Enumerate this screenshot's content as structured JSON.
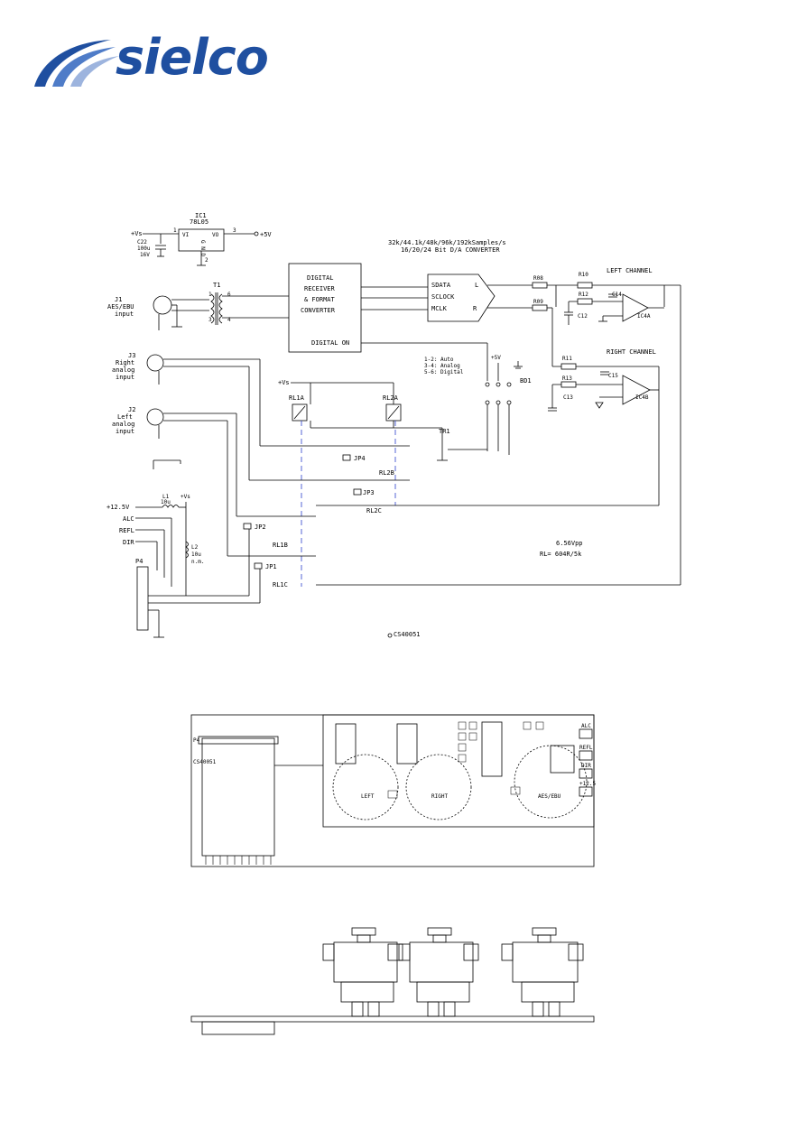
{
  "logo": {
    "text": "sielco",
    "color": "#1f4fa0"
  },
  "schematic": {
    "title_line1": "32k/44.1k/48k/96k/192kSamples/s",
    "title_line2": "16/20/24 Bit D/A CONVERTER",
    "ic1": {
      "ref": "IC1",
      "part": "78L05",
      "pin_vi": "VI",
      "pin_vo": "VO",
      "pin_g": "G N D",
      "p1": "1",
      "p2": "2",
      "p3": "3"
    },
    "vs_label": "+Vs",
    "plus5v": "+5V",
    "c22": {
      "ref": "C22",
      "value": "100u",
      "voltage": "16V"
    },
    "t1": {
      "ref": "T1",
      "p1": "1",
      "p3": "3",
      "p4": "4",
      "p6": "6"
    },
    "j1": {
      "ref": "J1",
      "name": "AES/EBU",
      "desc": "input"
    },
    "j3": {
      "ref": "J3",
      "name": "Right",
      "desc1": "analog",
      "desc2": "input"
    },
    "j2": {
      "ref": "J2",
      "name": "Left",
      "desc1": "analog",
      "desc2": "input"
    },
    "receiver": {
      "line1": "DIGITAL",
      "line2": "RECEIVER",
      "line3": "& FORMAT",
      "line4": "CONVERTER",
      "line5": "DIGITAL  ON"
    },
    "dac": {
      "sdata": "SDATA",
      "sclock": "SCLOCK",
      "mclk": "MCLK",
      "l": "L",
      "r": "R"
    },
    "left_channel": "LEFT CHANNEL",
    "right_channel": "RIGHT CHANNEL",
    "resistors": [
      "R08",
      "R10",
      "R09",
      "R12",
      "R11",
      "R13"
    ],
    "caps": [
      "C14",
      "C12",
      "C15",
      "C13"
    ],
    "opamps": [
      "IC4A",
      "IC4B"
    ],
    "jumper_note": {
      "l1": "1-2: Auto",
      "l2": "3-4: Analog",
      "l3": "5-6: Digital"
    },
    "plus5v_b": "+5V",
    "bd1": "BD1",
    "relays": [
      "RL1A",
      "RL2A",
      "RL2B",
      "RL2C",
      "RL1B",
      "RL1C"
    ],
    "tr1": "TR1",
    "jumpers": [
      "JP4",
      "JP3",
      "JP2",
      "JP1"
    ],
    "supply_12v": "+12.5V",
    "alc": "ALC",
    "refl": "REFL",
    "dir": "DIR",
    "l1": {
      "ref": "L1",
      "value": "10u"
    },
    "l2": {
      "ref": "L2",
      "value": "10u",
      "note": "n.m."
    },
    "p4": "P4",
    "level": "6.56Vpp",
    "load": "RL= 604R/5k",
    "doc_code": "CS40051"
  },
  "pcb": {
    "p4_label": "P4",
    "board_code": "CS40051",
    "jack_left": "LEFT",
    "jack_right": "RIGHT",
    "jack_aes": "AES/EBU",
    "side_labels": [
      "ALC",
      "REFL",
      "DIR",
      "+12.5"
    ]
  }
}
